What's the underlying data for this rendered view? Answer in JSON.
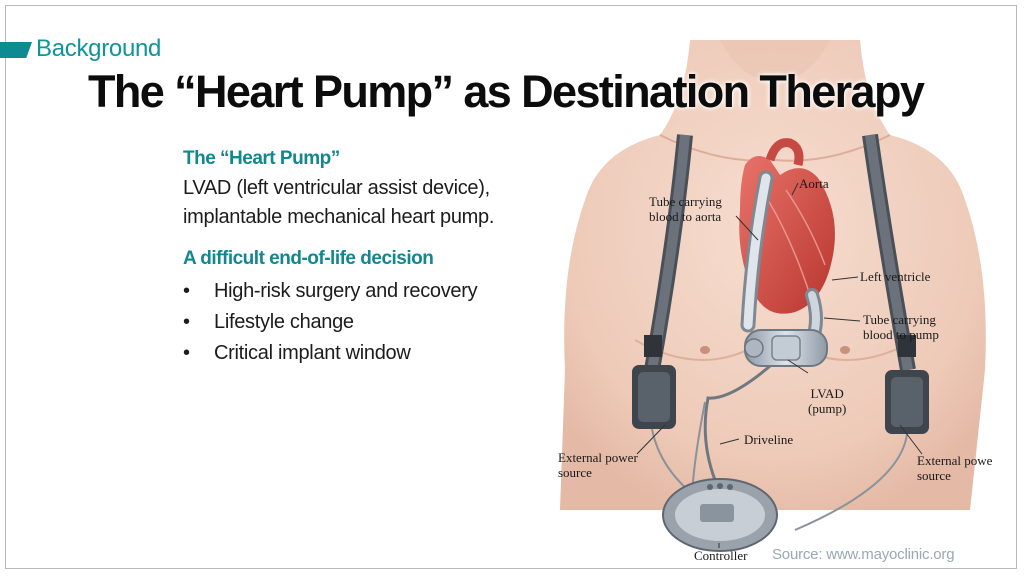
{
  "slide": {
    "section_label": "Background",
    "title": "The “Heart Pump” as Destination Therapy"
  },
  "content": {
    "heading1": "The “Heart Pump”",
    "body_lines": [
      "LVAD (left ventricular assist device),",
      "implantable mechanical heart pump."
    ],
    "heading2": "A difficult end-of-life decision",
    "bullets": [
      "High-risk surgery and recovery",
      "Lifestyle change",
      "Critical implant window"
    ]
  },
  "illustration": {
    "labels": {
      "aorta": "Aorta",
      "tube_aorta_1": "Tube carrying",
      "tube_aorta_2": "blood to aorta",
      "left_ventricle": "Left ventricle",
      "tube_pump_1": "Tube carrying",
      "tube_pump_2": "blood to pump",
      "lvad_1": "LVAD",
      "lvad_2": "(pump)",
      "driveline": "Driveline",
      "ext_left_1": "External power",
      "ext_left_2": "source",
      "ext_right_1": "External powe",
      "ext_right_2": "source",
      "controller": "Controller"
    },
    "source": "Source: www.mayoclinic.org"
  },
  "colors": {
    "accent": "#10949b",
    "heading": "#11878f",
    "text": "#1c1c1c",
    "skin": "#f1d2c2",
    "heart": "#d9534f",
    "device": "#b9c2cc",
    "source_text": "#9aa8b0"
  }
}
